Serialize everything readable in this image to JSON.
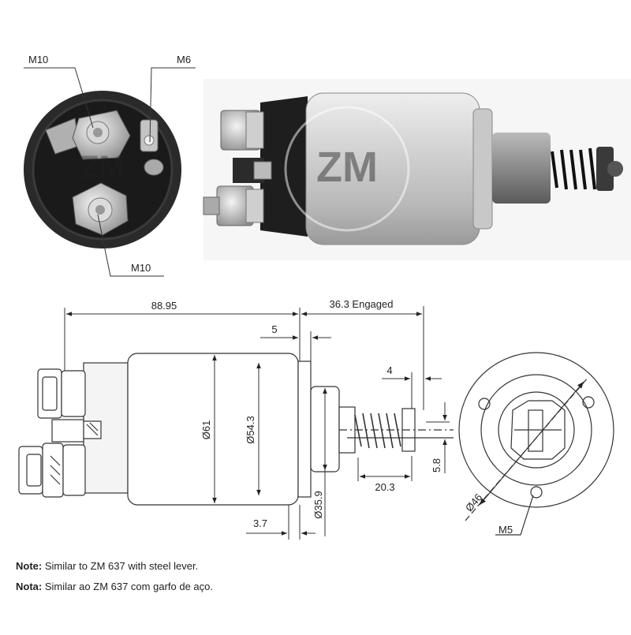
{
  "end_view_labels": {
    "terminal_top": "M10",
    "terminal_small": "M6",
    "terminal_bottom": "M10"
  },
  "dimensions": {
    "overall_length": "88.95",
    "engaged_travel": "36.3 Engaged",
    "flange_width": "5",
    "lever_gap": "4",
    "body_diameter": "Ø61",
    "inner_diameter": "Ø54.3",
    "front_offset": "3.7",
    "nose_diameter": "Ø35.9",
    "plunger_length": "20.3",
    "plunger_diameter": "5.8",
    "flange_diameter": "Ø46",
    "mount_thread": "M5"
  },
  "notes": [
    {
      "label": "Note:",
      "text": "Similar to ZM 637 with steel lever."
    },
    {
      "label": "Nota:",
      "text": "Similar ao ZM 637 com garfo de aço."
    }
  ],
  "colors": {
    "housing_dark": "#1e1e1e",
    "metal_light": "#d8d8d8",
    "metal_mid": "#a8a8a8",
    "line": "#333333",
    "background": "#ffffff"
  }
}
